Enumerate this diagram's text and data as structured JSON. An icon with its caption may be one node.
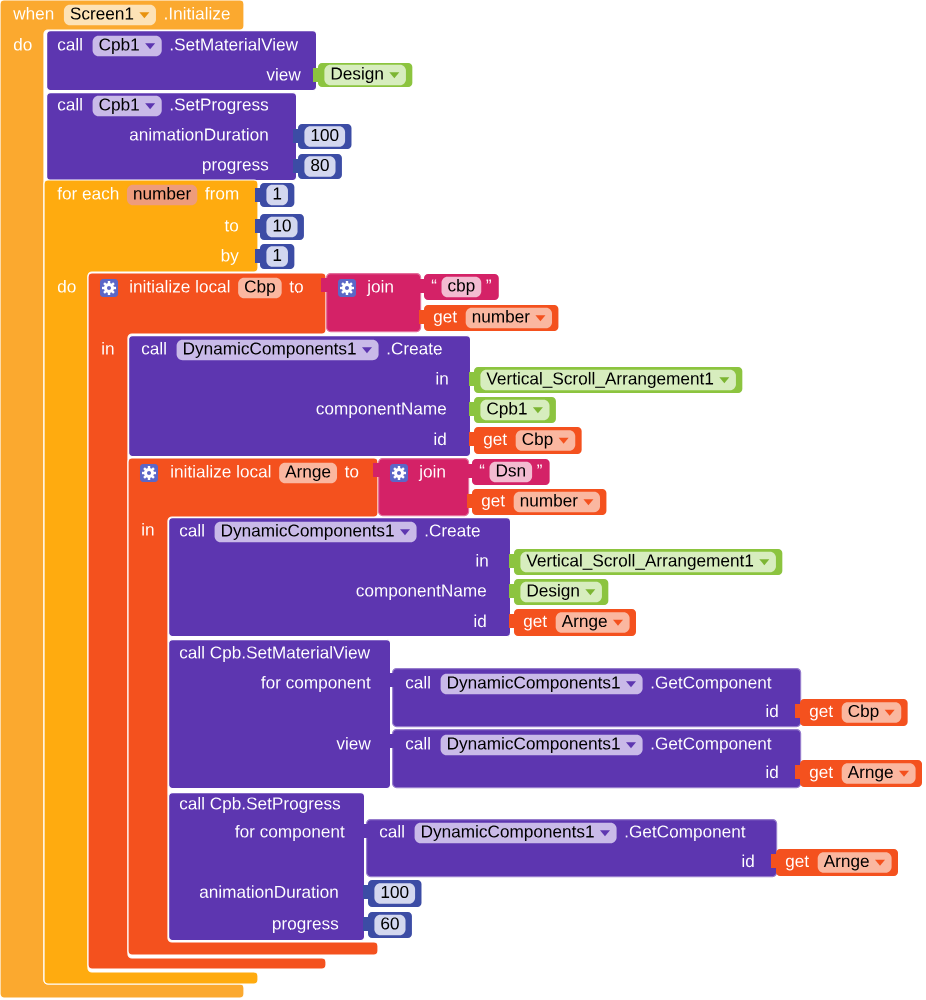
{
  "diagram": {
    "nodes": [
      {
        "text": [
          "when",
          "Screen1",
          ".Initialize",
          "do"
        ]
      },
      {
        "text": [
          "call",
          "Cpb1",
          ".SetMaterialView",
          "view"
        ]
      },
      {
        "text": [
          "Design"
        ]
      },
      {
        "text": [
          "call",
          "Cpb1",
          ".SetProgress",
          "animationDuration",
          "progress"
        ]
      },
      {
        "text": [
          "100"
        ]
      },
      {
        "text": [
          "80"
        ]
      },
      {
        "text": [
          "for each",
          "number",
          "from",
          "to",
          "by",
          "do"
        ]
      },
      {
        "text": [
          "1"
        ]
      },
      {
        "text": [
          "10"
        ]
      },
      {
        "text": [
          "1"
        ]
      },
      {
        "text": [
          "initialize local",
          "Cbp",
          "to",
          "in"
        ]
      },
      {
        "text": [
          "join"
        ]
      },
      {
        "text": [
          "“",
          "cbp",
          "”"
        ]
      },
      {
        "text": [
          "get",
          "number"
        ]
      },
      {
        "text": [
          "call",
          "DynamicComponents1",
          ".Create",
          "in",
          "componentName",
          "id"
        ]
      },
      {
        "text": [
          "Vertical_Scroll_Arrangement1"
        ]
      },
      {
        "text": [
          "Cpb1"
        ]
      },
      {
        "text": [
          "get",
          "Cbp"
        ]
      },
      {
        "text": [
          "initialize local",
          "Arnge",
          "to",
          "in"
        ]
      },
      {
        "text": [
          "join"
        ]
      },
      {
        "text": [
          "“",
          "Dsn",
          "”"
        ]
      },
      {
        "text": [
          "get",
          "number"
        ]
      },
      {
        "text": [
          "call",
          "DynamicComponents1",
          ".Create",
          "in",
          "componentName",
          "id"
        ]
      },
      {
        "text": [
          "Vertical_Scroll_Arrangement1"
        ]
      },
      {
        "text": [
          "Design"
        ]
      },
      {
        "text": [
          "get",
          "Arnge"
        ]
      },
      {
        "text": [
          "call Cpb.SetMaterialView",
          "for component",
          "view"
        ]
      },
      {
        "text": [
          "call",
          "DynamicComponents1",
          ".GetComponent",
          "id"
        ]
      },
      {
        "text": [
          "get",
          "Cbp"
        ]
      },
      {
        "text": [
          "call",
          "DynamicComponents1",
          ".GetComponent",
          "id"
        ]
      },
      {
        "text": [
          "get",
          "Arnge"
        ]
      },
      {
        "text": [
          "call Cpb.SetProgress",
          "for component",
          "animationDuration",
          "progress"
        ]
      },
      {
        "text": [
          "call",
          "DynamicComponents1",
          ".GetComponent",
          "id"
        ]
      },
      {
        "text": [
          "get",
          "Arnge"
        ]
      },
      {
        "text": [
          "100"
        ]
      },
      {
        "text": [
          "60"
        ]
      }
    ]
  }
}
